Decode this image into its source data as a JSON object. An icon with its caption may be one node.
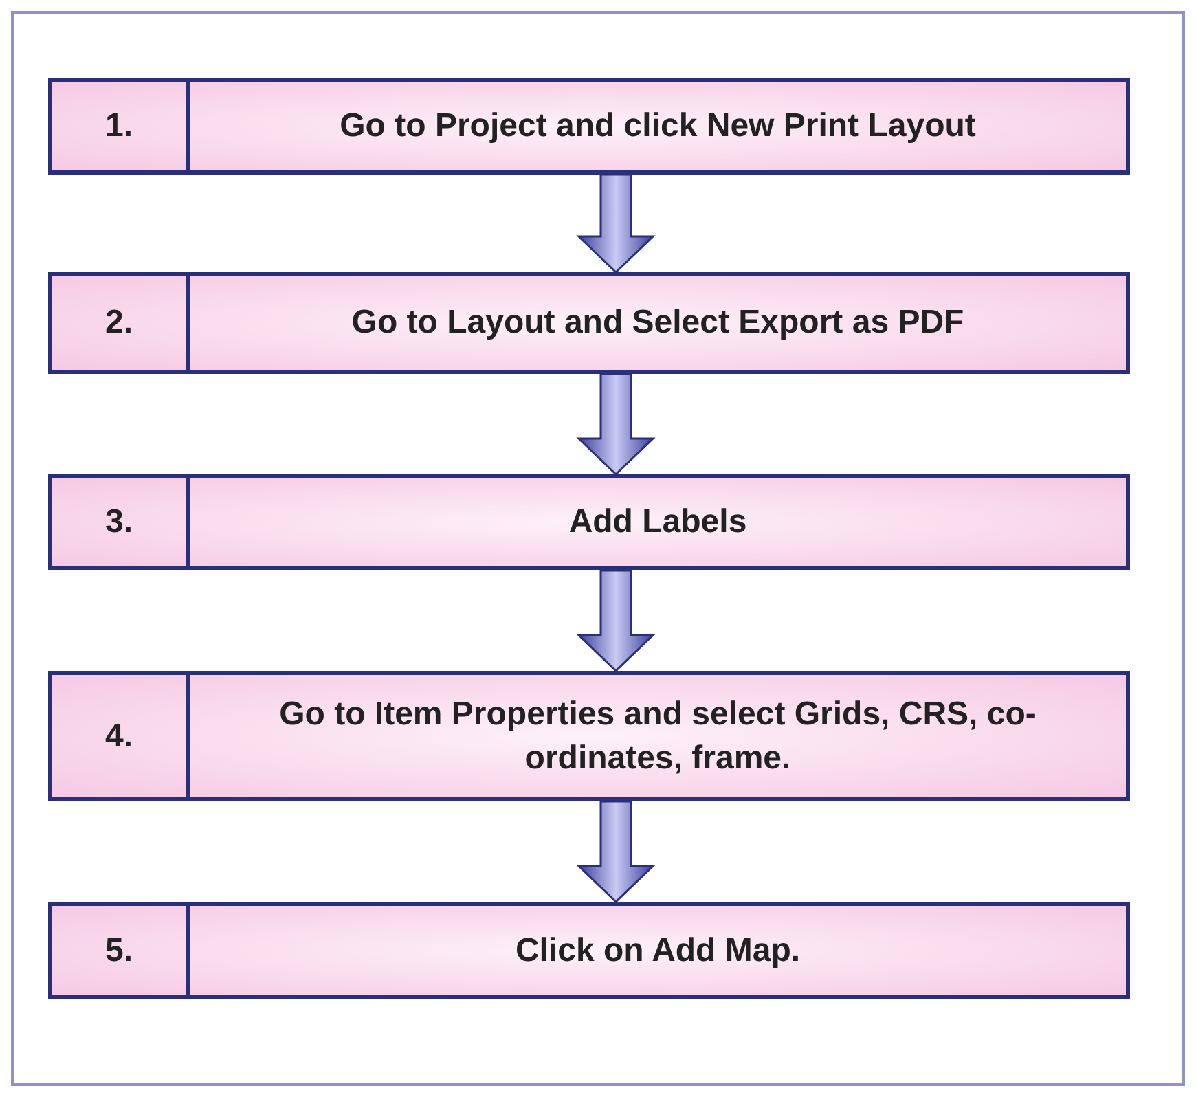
{
  "diagram": {
    "nodes": [
      {
        "text": [
          "1.",
          "Go to Project and click New Print Layout"
        ]
      },
      {
        "text": [
          "2.",
          "Go to Layout and Select Export as PDF"
        ]
      },
      {
        "text": [
          "3.",
          "Add Labels"
        ]
      },
      {
        "text": [
          "4.",
          "Go to Item Properties and select Grids, CRS, co-ordinates, frame."
        ]
      },
      {
        "text": [
          "5.",
          "Click on Add Map."
        ]
      }
    ],
    "edges": [
      {
        "from": 0,
        "to": 1,
        "arrow": "to"
      },
      {
        "from": 1,
        "to": 2,
        "arrow": "to"
      },
      {
        "from": 2,
        "to": 3,
        "arrow": "to"
      },
      {
        "from": 3,
        "to": 4,
        "arrow": "to"
      }
    ]
  }
}
